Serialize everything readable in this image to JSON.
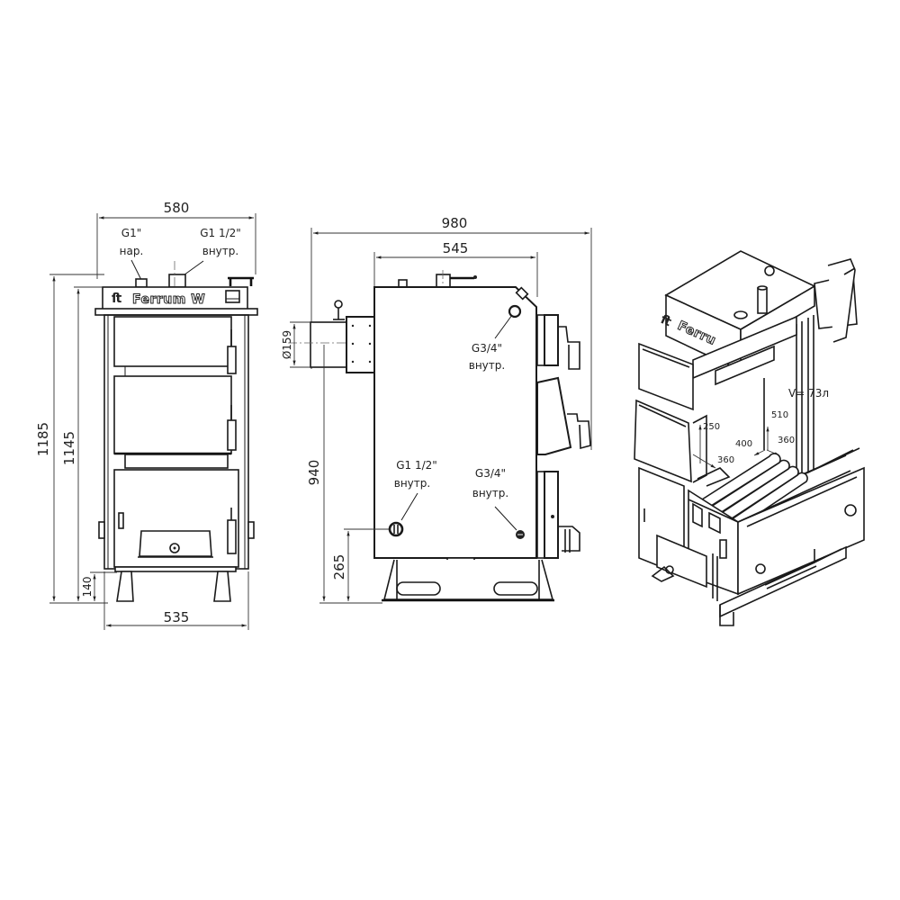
{
  "drawing": {
    "product_name": "Ferrum W",
    "logo_short": "Ferru",
    "front_view": {
      "width_top": "580",
      "width_bottom": "535",
      "height_total": "1185",
      "height_body": "1145",
      "leg_height": "140",
      "fitting_left": {
        "size": "G1\"",
        "type": "нар."
      },
      "fitting_right": {
        "size": "G1 1/2\"",
        "type": "внутр."
      }
    },
    "side_view": {
      "length_total": "980",
      "body_length": "545",
      "flue_diameter": "Ø159",
      "flue_height": "940",
      "return_height": "265",
      "fitting_top": {
        "size": "G3/4\"",
        "type": "внутр."
      },
      "fitting_bottom_left": {
        "size": "G1 1/2\"",
        "type": "внутр."
      },
      "fitting_bottom_right": {
        "size": "G3/4\"",
        "type": "внутр."
      }
    },
    "isometric_view": {
      "water_volume": "V= 73л",
      "dims": [
        "250",
        "360",
        "400",
        "510",
        "360"
      ]
    }
  }
}
